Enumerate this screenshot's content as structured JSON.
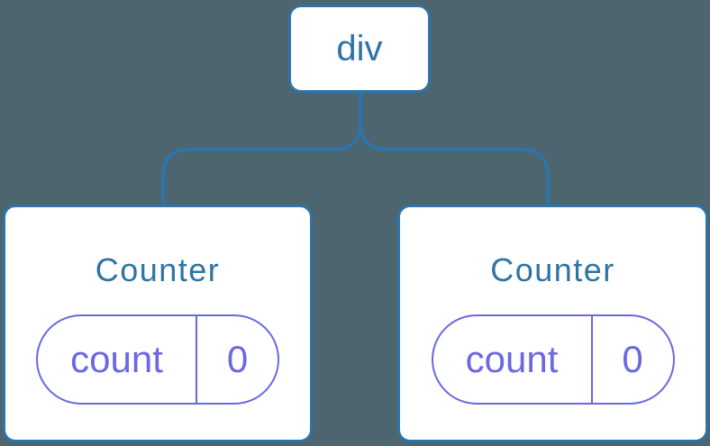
{
  "diagram": {
    "description": "Component tree: a div parent with two Counter children, each holding state",
    "root": {
      "label": "div"
    },
    "children": [
      {
        "title": "Counter",
        "state": {
          "key": "count",
          "value": "0"
        }
      },
      {
        "title": "Counter",
        "state": {
          "key": "count",
          "value": "0"
        }
      }
    ],
    "colors": {
      "background": "#4c656f",
      "node_fill": "#ffffff",
      "node_border_blue": "#2f74a8",
      "label_blue": "#2f73a5",
      "state_purple": "#6969e1",
      "state_text_purple": "#6b68e2"
    }
  }
}
